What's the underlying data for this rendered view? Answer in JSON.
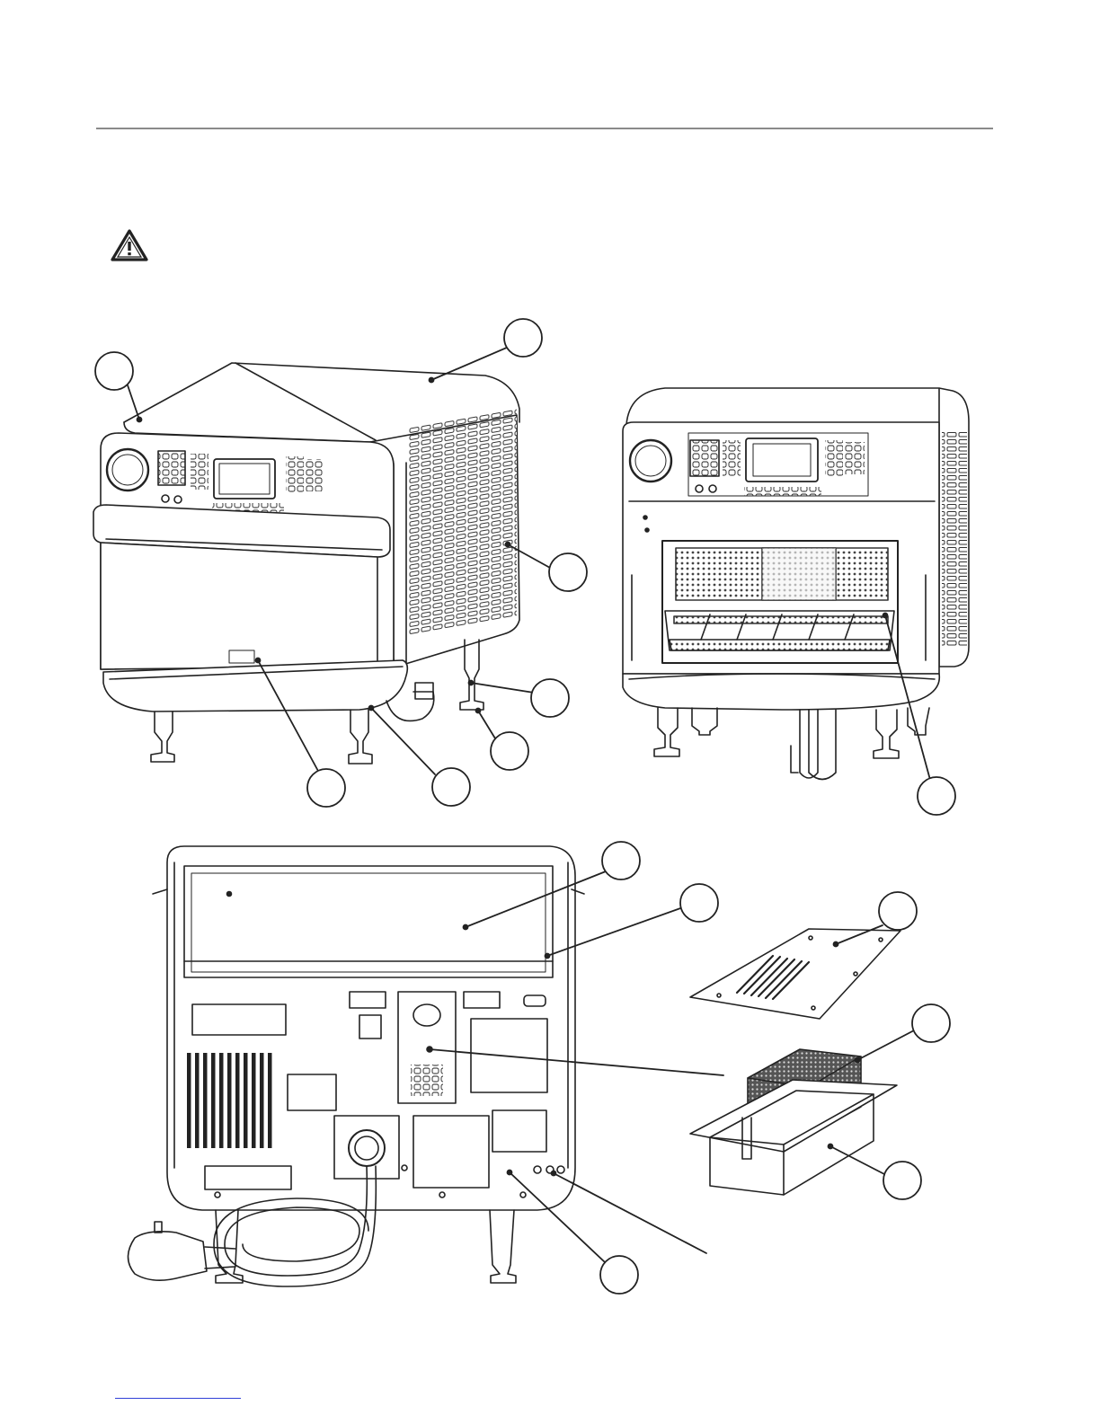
{
  "page": {
    "rule_color": "#8a8a8a",
    "link_color": "#2f3fd6"
  },
  "icons": {
    "warning": "warning-triangle-icon"
  },
  "figures": {
    "front_closed": "oven-front-view-door-closed",
    "front_open": "oven-front-view-door-open",
    "rear": "oven-rear-view",
    "filter_exploded": "catalytic-filter-exploded-view"
  }
}
